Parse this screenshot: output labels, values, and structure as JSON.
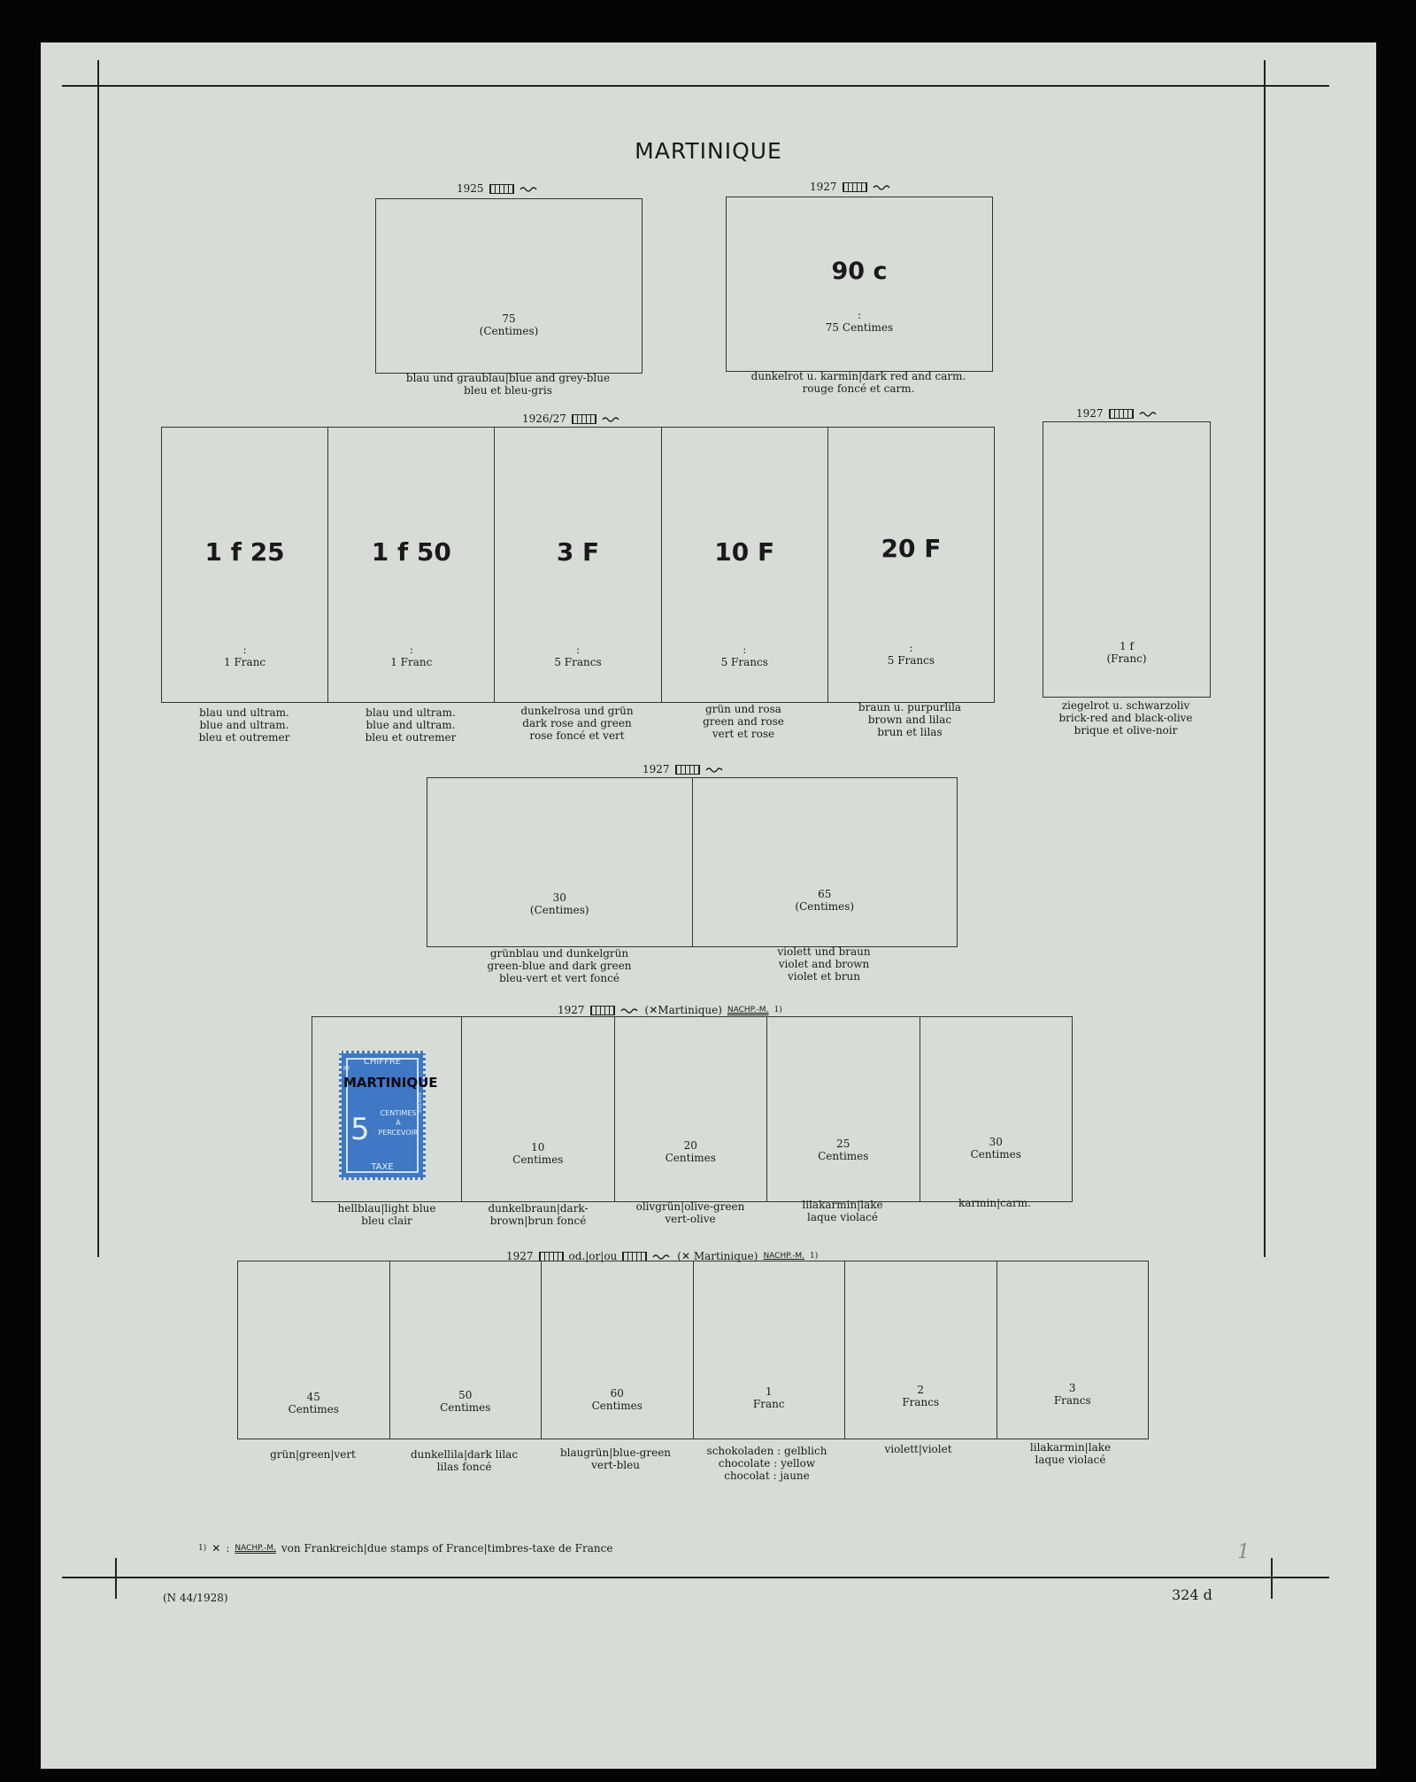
{
  "page_title": "MARTINIQUE",
  "row1": {
    "left": {
      "year": "1925",
      "value_top": "75",
      "value_bottom": "(Centimes)",
      "caption": [
        "blau und graublau|blue and grey-blue",
        "bleu et bleu-gris"
      ]
    },
    "right": {
      "year": "1927",
      "surcharge": "90 c",
      "colon": ":",
      "value": "75 Centimes",
      "caption": [
        "dunkelrot u. karmin|dark red and carm.",
        "rouge foncé et carm."
      ]
    }
  },
  "row2": {
    "year": "1926/27",
    "cells": [
      {
        "surcharge": "1 f 25",
        "value": "1 Franc",
        "caption": [
          "blau und ultram.",
          "blue and ultram.",
          "bleu et outremer"
        ]
      },
      {
        "surcharge": "1 f 50",
        "value": "1 Franc",
        "caption": [
          "blau und ultram.",
          "blue and ultram.",
          "bleu et outremer"
        ]
      },
      {
        "surcharge": "3 F",
        "value": "5 Francs",
        "caption": [
          "dunkelrosa und grün",
          "dark rose and green",
          "rose foncé et vert"
        ]
      },
      {
        "surcharge": "10 F",
        "value": "5 Francs",
        "caption": [
          "grün und rosa",
          "green and rose",
          "vert et rose"
        ]
      },
      {
        "surcharge": "20 F",
        "value": "5 Francs",
        "caption": [
          "braun u. purpurlila",
          "brown and lilac",
          "brun et lilas"
        ]
      }
    ],
    "colon": ":",
    "side": {
      "year": "1927",
      "value_top": "1 f",
      "value_bottom": "(Franc)",
      "caption": [
        "ziegelrot u. schwarzoliv",
        "brick-red and black-olive",
        "brique et olive-noir"
      ]
    }
  },
  "row3": {
    "year": "1927",
    "cells": [
      {
        "value_top": "30",
        "value_bottom": "(Centimes)",
        "caption": [
          "grünblau und dunkelgrün",
          "green-blue and dark green",
          "bleu-vert et vert foncé"
        ]
      },
      {
        "value_top": "65",
        "value_bottom": "(Centimes)",
        "caption": [
          "violett und braun",
          "violet and brown",
          "violet et brun"
        ]
      }
    ]
  },
  "row4": {
    "year": "1927",
    "overprint_note": "(✕Martinique)",
    "nachp": "NACHP.-M.",
    "footnote_mark": "1)",
    "stamp": {
      "top_text": "CHIFFRE",
      "overprint": "MARTINIQUE",
      "numeral": "5",
      "middle": [
        "CENTIMES",
        "À",
        "PERCEVOIR"
      ],
      "bottom_text": "TAXE",
      "side_left": "RF",
      "side_right": "POSTES"
    },
    "cells": [
      {
        "value_top": "",
        "value_bottom": "",
        "caption": [
          "hellblau|light blue",
          "bleu clair"
        ]
      },
      {
        "value_top": "10",
        "value_bottom": "Centimes",
        "caption": [
          "dunkelbraun|dark-",
          "brown|brun foncé"
        ]
      },
      {
        "value_top": "20",
        "value_bottom": "Centimes",
        "caption": [
          "olivgrün|olive-green",
          "vert-olive"
        ]
      },
      {
        "value_top": "25",
        "value_bottom": "Centimes",
        "caption": [
          "lilakarmin|lake",
          "laque violacé"
        ]
      },
      {
        "value_top": "30",
        "value_bottom": "Centimes",
        "caption": [
          "karmin|carm."
        ]
      }
    ]
  },
  "row5": {
    "year": "1927",
    "connector": "od.|or|ou",
    "overprint_note": "(✕ Martinique)",
    "nachp": "NACHP.-M.",
    "footnote_mark": "1)",
    "cells": [
      {
        "value_top": "45",
        "value_bottom": "Centimes",
        "caption": [
          "grün|green|vert"
        ]
      },
      {
        "value_top": "50",
        "value_bottom": "Centimes",
        "caption": [
          "dunkellila|dark lilac",
          "lilas foncé"
        ]
      },
      {
        "value_top": "60",
        "value_bottom": "Centimes",
        "caption": [
          "blaugrün|blue-green",
          "vert-bleu"
        ]
      },
      {
        "value_top": "1",
        "value_bottom": "Franc",
        "caption": [
          "schokoladen : gelblich",
          "chocolate : yellow",
          "chocolat : jaune"
        ]
      },
      {
        "value_top": "2",
        "value_bottom": "Francs",
        "caption": [
          "violett|violet"
        ]
      },
      {
        "value_top": "3",
        "value_bottom": "Francs",
        "caption": [
          "lilakarmin|lake",
          "laque violacé"
        ]
      }
    ]
  },
  "footnote": {
    "mark": "1)",
    "symbol": "✕",
    "colon": ":",
    "nachp": "NACHP.-M.",
    "text": "von Frankreich|due stamps of France|timbres-taxe de France"
  },
  "footer": {
    "left": "(N 44/1928)",
    "right": "324 d",
    "pencil": "1"
  },
  "colors": {
    "page": "#d7ddd6",
    "stamp_blue": "#3f78c4",
    "ink": "#1a1a1a"
  }
}
